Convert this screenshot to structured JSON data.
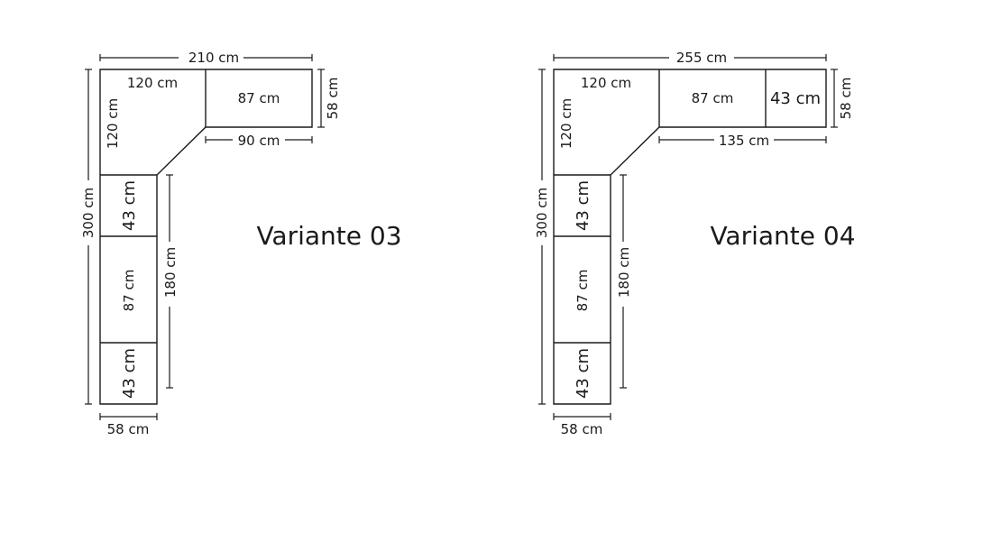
{
  "variants": [
    {
      "title": "Variante 03",
      "top_width": "210 cm",
      "corner_top": "120 cm",
      "corner_side": "120 cm",
      "top_module": "87 cm",
      "top_depth": "58 cm",
      "top_run": "90 cm",
      "total_height": "300 cm",
      "side_run": "180 cm",
      "side_module_1": "43 cm",
      "side_module_2": "87 cm",
      "side_module_3": "43 cm",
      "side_depth": "58 cm"
    },
    {
      "title": "Variante 04",
      "top_width": "255 cm",
      "corner_top": "120 cm",
      "corner_side": "120 cm",
      "top_module": "87 cm",
      "top_module_extra": "43 cm",
      "top_depth": "58 cm",
      "top_run": "135 cm",
      "total_height": "300 cm",
      "side_run": "180 cm",
      "side_module_1": "43 cm",
      "side_module_2": "87 cm",
      "side_module_3": "43 cm",
      "side_depth": "58 cm"
    }
  ]
}
